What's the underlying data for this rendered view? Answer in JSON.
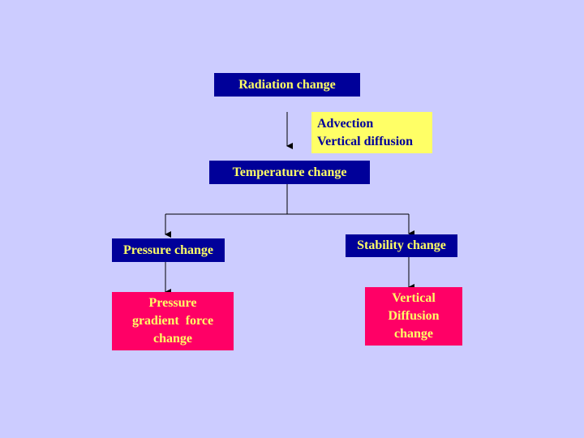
{
  "nodes": {
    "radiation": "Radiation change",
    "processes": [
      "Advection",
      "Vertical diffusion"
    ],
    "temperature": "Temperature change",
    "pressure": "Pressure change",
    "stability": "Stability change",
    "pgf": [
      "Pressure",
      "gradient  force",
      "change"
    ],
    "vdiff": [
      "Vertical",
      "Diffusion",
      "change"
    ]
  },
  "colors": {
    "background": "#ccccff",
    "navy": "#000099",
    "pink": "#ff0066",
    "yellow": "#ffff66"
  }
}
